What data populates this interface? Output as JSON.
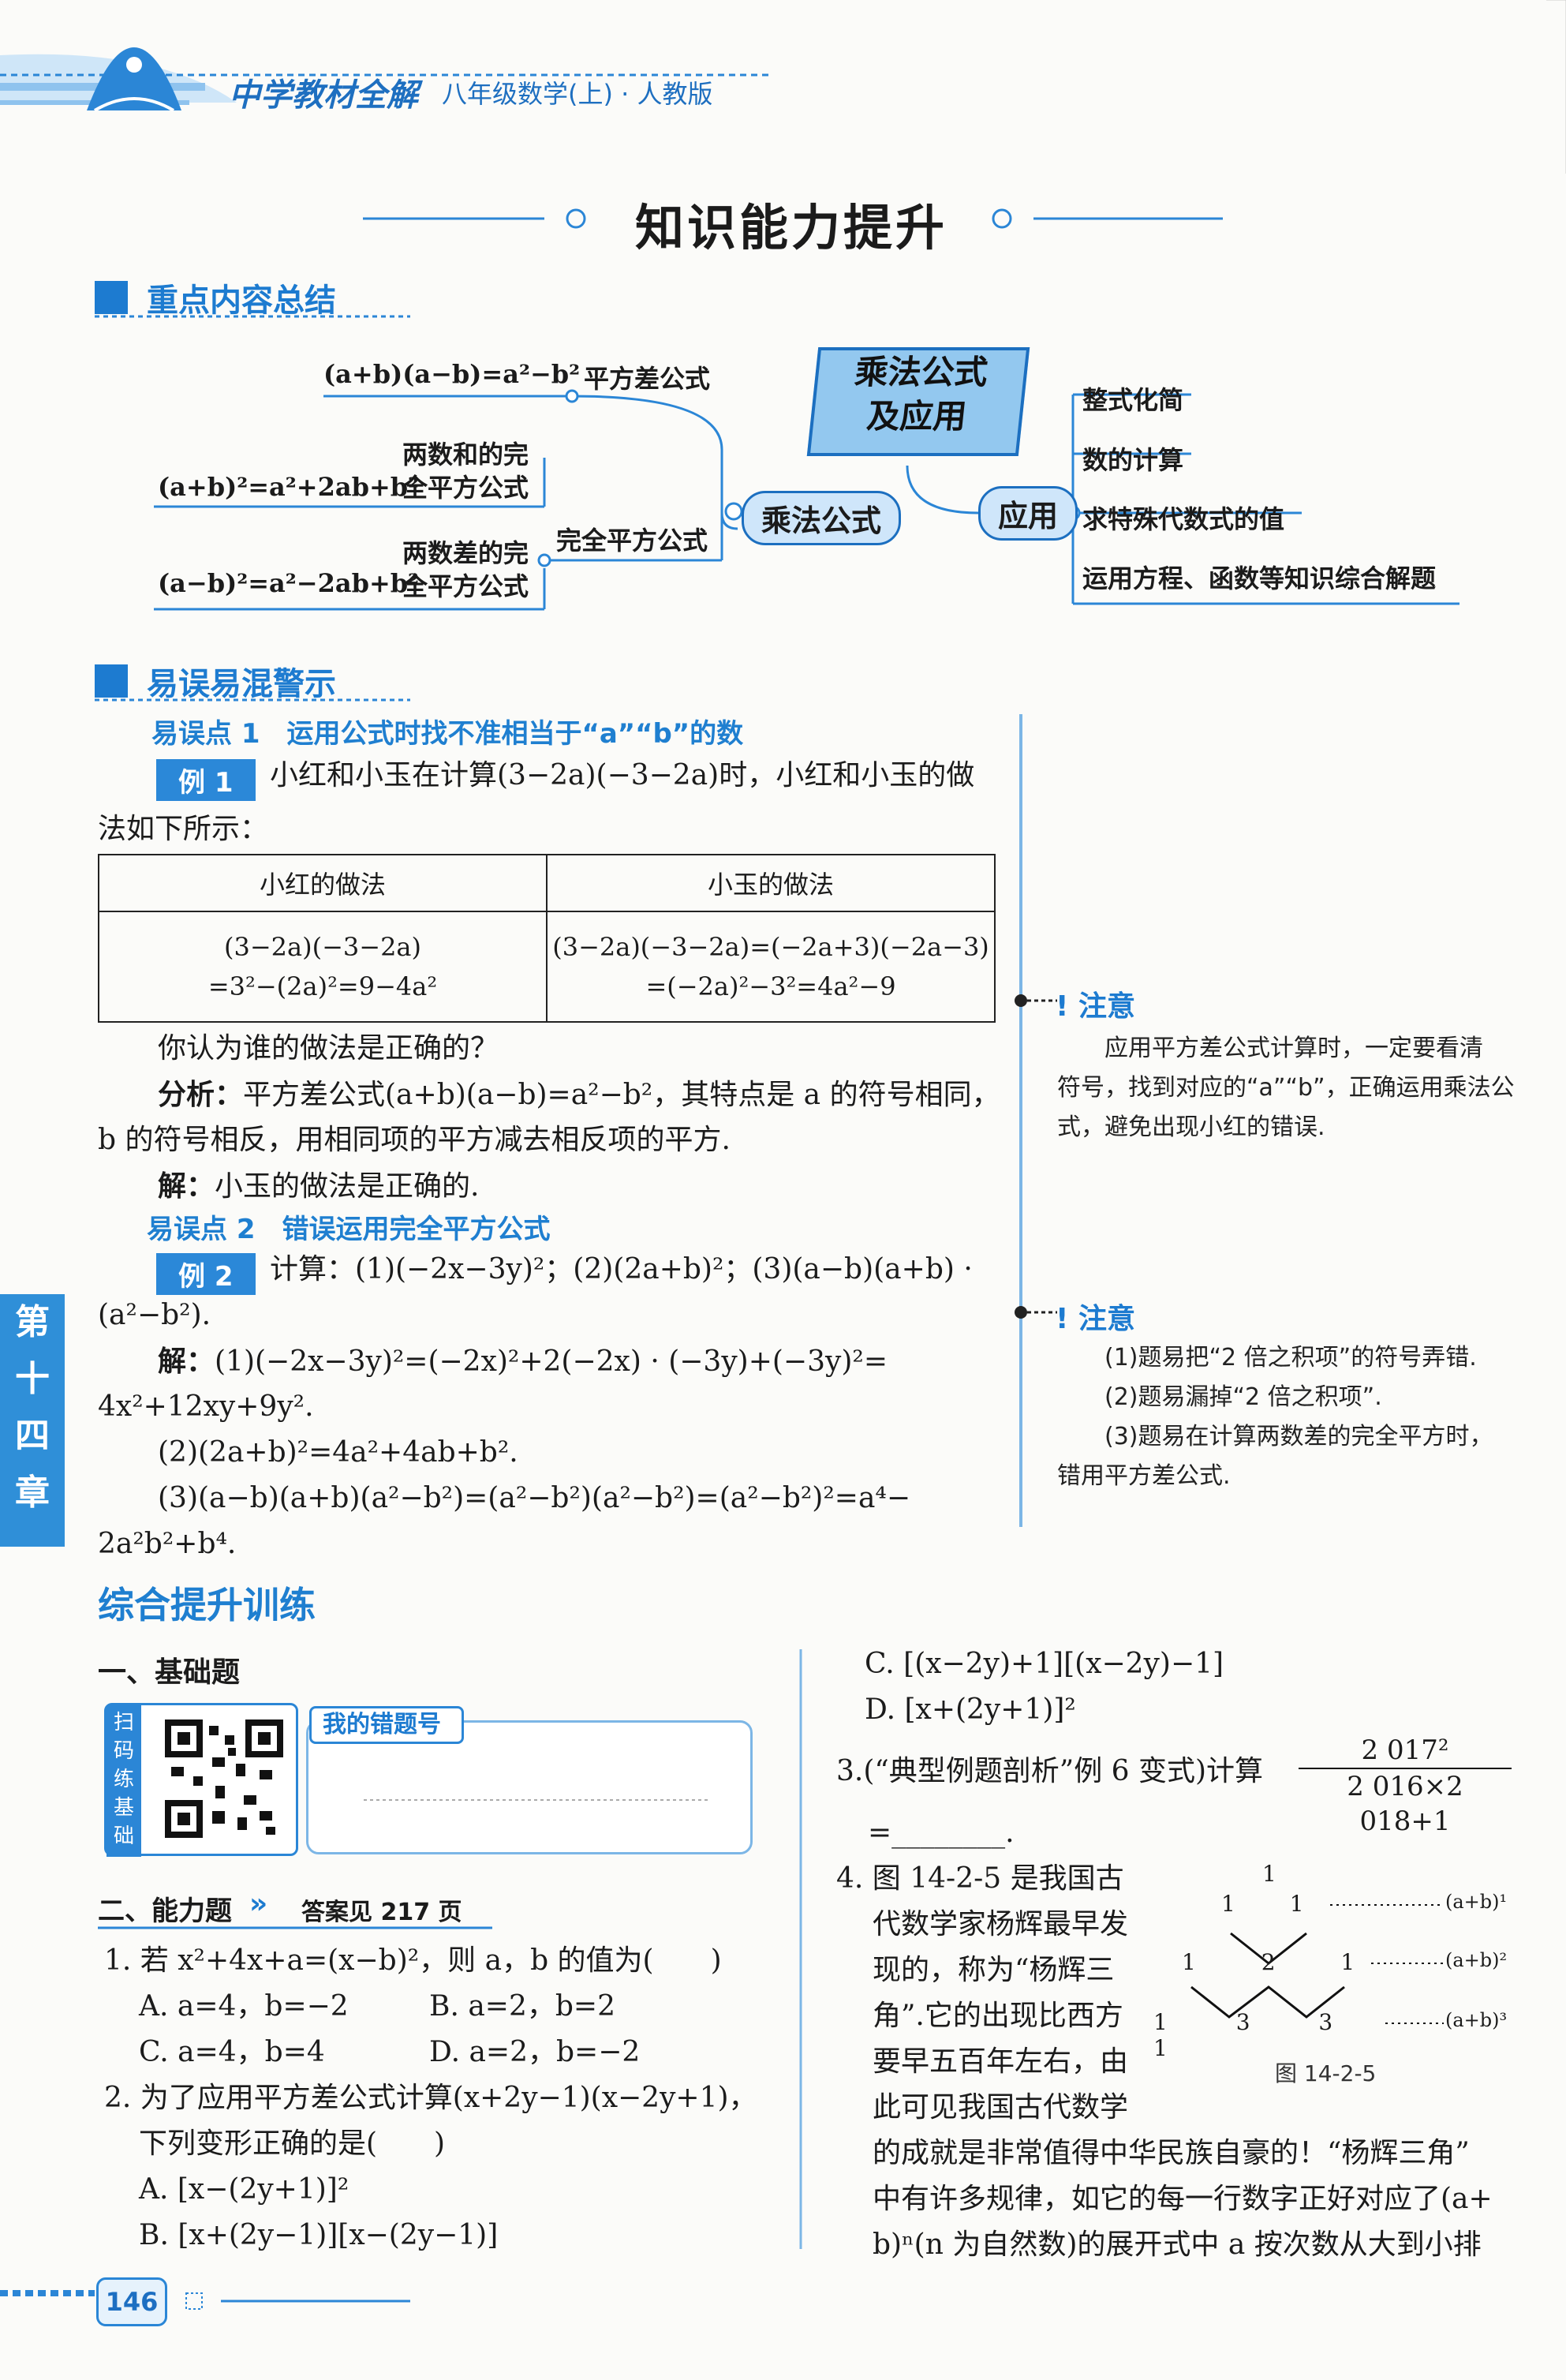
{
  "header": {
    "book_title": "中学教材全解",
    "book_subtitle": "八年级数学(上) · 人教版"
  },
  "section_title": "知识能力提升",
  "summary": {
    "heading": "重点内容总结",
    "center": [
      "乘法公式",
      "及应用"
    ],
    "left_node": "乘法公式",
    "right_node": "应用",
    "diff_sq_formula": "(a+b)(a−b)=a²−b²",
    "diff_sq_label": "平方差公式",
    "perfect_sq_label": "完全平方公式",
    "sum_sq_formula": "(a+b)²=a²+2ab+b²",
    "sum_sq_label": [
      "两数和的完",
      "全平方公式"
    ],
    "diff_sq2_formula": "(a−b)²=a²−2ab+b²",
    "diff_sq2_label": [
      "两数差的完",
      "全平方公式"
    ],
    "apps": [
      "整式化简",
      "数的计算",
      "求特殊代数式的值",
      "运用方程、函数等知识综合解题"
    ]
  },
  "mistakes": {
    "heading": "易误易混警示",
    "point1": "易误点 1　运用公式时找不准相当于“a”“b”的数",
    "ex1_tag": "例 1",
    "ex1_text": "小红和小玉在计算(3−2a)(−3−2a)时，小红和小玉的做",
    "ex1_text2": "法如下所示：",
    "table": {
      "headers": [
        "小红的做法",
        "小玉的做法"
      ],
      "cells": [
        [
          "(3−2a)(−3−2a)",
          "=3²−(2a)²=9−4a²"
        ],
        [
          "(3−2a)(−3−2a)=(−2a+3)(−2a−3)",
          "=(−2a)²−3²=4a²−9"
        ]
      ]
    },
    "question": "你认为谁的做法是正确的？",
    "analysis_label": "分析：",
    "analysis_text": "平方差公式(a+b)(a−b)=a²−b²，其特点是 a 的符号相同，",
    "analysis_text2": "b 的符号相反，用相同项的平方减去相反项的平方.",
    "solution_label": "解：",
    "solution_text": "小玉的做法是正确的.",
    "point2": "易误点 2　错误运用完全平方公式",
    "ex2_tag": "例 2",
    "ex2_text": "计算：(1)(−2x−3y)²；(2)(2a+b)²；(3)(a−b)(a+b) ·",
    "ex2_text2": "(a²−b²).",
    "sol2_label": "解：",
    "sol2_line1": "(1)(−2x−3y)²=(−2x)²+2(−2x) · (−3y)+(−3y)²=",
    "sol2_line2": "4x²+12xy+9y².",
    "sol2_line3": "(2)(2a+b)²=4a²+4ab+b².",
    "sol2_line4": "(3)(a−b)(a+b)(a²−b²)=(a²−b²)(a²−b²)=(a²−b²)²=a⁴−",
    "sol2_line5": "2a²b²+b⁴."
  },
  "notes": {
    "title": "注意",
    "note1": [
      "应用平方差公式计算时，一定要看清",
      "符号，找到对应的“a”“b”，正确运用乘法公",
      "式，避免出现小红的错误."
    ],
    "note2": [
      "(1)题易把“2 倍之积项”的符号弄错.",
      "(2)题易漏掉“2 倍之积项”.",
      "(3)题易在计算两数差的完全平方时，",
      "错用平方差公式."
    ]
  },
  "side_tab": [
    "第",
    "十",
    "四",
    "章"
  ],
  "training": {
    "heading": "综合提升训练",
    "basic": "一、基础题",
    "qr_label": [
      "扫",
      "码",
      "练",
      "基",
      "础"
    ],
    "wrong_label": "我的错题号",
    "ability": "二、能力题",
    "answer_ref": "答案见 217 页",
    "q1": "1. 若 x²+4x+a=(x−b)²，则 a，b 的值为(　　)",
    "q1_opts": [
      "A. a=4，b=−2",
      "B. a=2，b=2",
      "C. a=4，b=4",
      "D. a=2，b=−2"
    ],
    "q2": "2. 为了应用平方差公式计算(x+2y−1)(x−2y+1)，",
    "q2b": "下列变形正确的是(　　)",
    "q2_opts": [
      "A. [x−(2y+1)]²",
      "B. [x+(2y−1)][x−(2y−1)]",
      "C. [(x−2y)+1][(x−2y)−1]",
      "D. [x+(2y+1)]²"
    ],
    "q3": "3.(“典型例题剖析”例 6 变式)计算",
    "q3_num": "2 017²",
    "q3_den": "2 016×2 018+1",
    "q3_blank": "=________.",
    "q4_lines": [
      "4. 图 14-2-5 是我国古",
      "代数学家杨辉最早发",
      "现的，称为“杨辉三",
      "角”.它的出现比西方",
      "要早五百年左右，由",
      "此可见我国古代数学"
    ],
    "q4_cont": [
      "的成就是非常值得中华民族自豪的！“杨辉三角”",
      "中有许多规律，如它的每一行数字正好对应了(a+",
      "b)ⁿ(n 为自然数)的展开式中 a 按次数从大到小排"
    ],
    "fig_caption": "图 14-2-5",
    "fig_rows": [
      "1",
      "1 1",
      "1 2 1",
      "1 3 3 1"
    ],
    "fig_labels": [
      "(a+b)¹",
      "(a+b)²",
      "(a+b)³"
    ]
  },
  "page_number": "146"
}
